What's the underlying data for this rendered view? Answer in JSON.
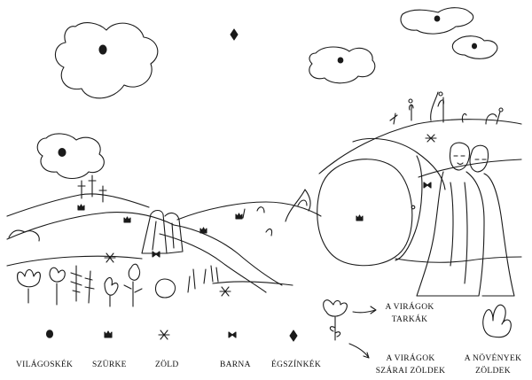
{
  "legend": {
    "items": [
      {
        "symbol": "dot-symbol",
        "label": "VILÁGOSKÉK"
      },
      {
        "symbol": "crown-symbol",
        "label": "SZÜRKE"
      },
      {
        "symbol": "asterisk-symbol",
        "label": "ZÖLD"
      },
      {
        "symbol": "bowtie-symbol",
        "label": "BARNA"
      },
      {
        "symbol": "diamond-symbol",
        "label": "ÉGSZÍNKÉK"
      }
    ]
  },
  "notes": {
    "flower_petals": [
      "A VIRÁGOK",
      "TARKÁK"
    ],
    "flower_stems": [
      "A VIRÁGOK",
      "SZÁRAI ZÖLDEK"
    ],
    "plants": [
      "A NÖVÉNYEK",
      "ZÖLDEK"
    ]
  },
  "colors": {
    "line": "#1a1a1a",
    "background": "#ffffff"
  }
}
